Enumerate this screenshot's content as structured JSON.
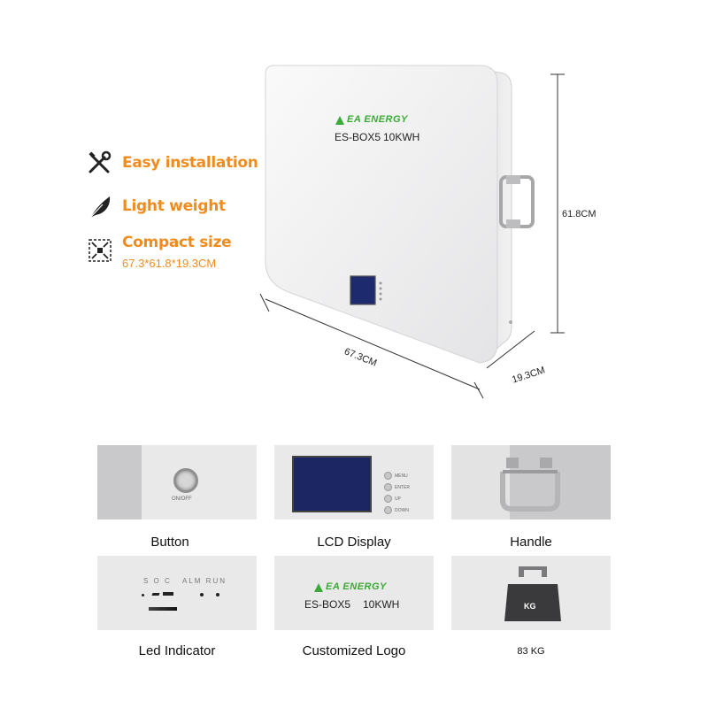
{
  "features": [
    {
      "label": "Easy installation",
      "icon": "tools-icon"
    },
    {
      "label": "Light weight",
      "icon": "feather-icon"
    },
    {
      "label": "Compact size",
      "sub": "67.3*61.8*19.3CM",
      "icon": "compact-size-icon"
    }
  ],
  "product": {
    "brand": "EA ENERGY",
    "model": "ES-BOX5",
    "capacity": "10KWH",
    "dim_width": "67.3CM",
    "dim_height": "61.8CM",
    "dim_depth": "19.3CM"
  },
  "thumbs": {
    "button": {
      "caption": "Button",
      "switch_label": "ON/OFF"
    },
    "lcd": {
      "caption": "LCD Display",
      "keys": [
        "MENU",
        "ENTER",
        "UP",
        "DOWN"
      ]
    },
    "handle": {
      "caption": "Handle"
    },
    "led": {
      "caption": "Led Indicator",
      "labels": "S O C   ALM RUN"
    },
    "logo": {
      "caption": "Customized Logo",
      "brand": "EA ENERGY",
      "model": "ES-BOX5",
      "capacity": "10KWH"
    },
    "weight": {
      "caption": "83 KG",
      "tag": "KG"
    }
  },
  "colors": {
    "accent": "#f08c1e",
    "brand_green": "#3aa935",
    "panel_gray": "#c9c9cb"
  }
}
